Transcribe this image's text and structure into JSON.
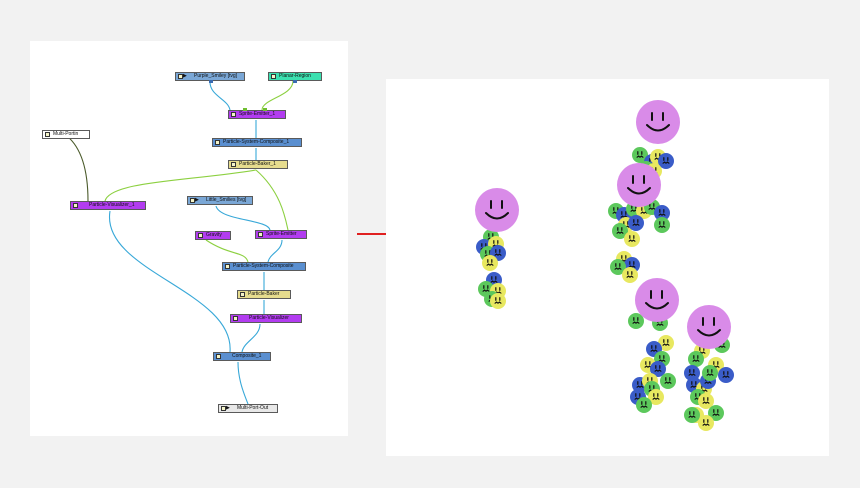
{
  "nodes": {
    "purple_smiley": "Purple_Smiley [tvg]",
    "planar_region": "Planar-Region",
    "multi_portin": "Multi-Portin",
    "sprite_emitter_1": "Sprite-Emitter_1",
    "particle_system_composite_1": "Particle-System-Composite_1",
    "particle_baker_1": "Particle-Baker_1",
    "particle_visualizer_1": "Particle-Visualizer_1",
    "little_smilies": "Little_Smilies [tvg]",
    "gravity": "Gravity",
    "sprite_emitter": "Sprite-Emitter",
    "particle_system_composite": "Particle-System-Composite",
    "particle_baker": "Particle-Baker",
    "particle_visualizer": "Particle-Visualizer",
    "composite_1": "Composite_1",
    "multi_port_out": "Multi-Port-Out"
  },
  "colors": {
    "arrow": "#e02020",
    "cable_blue": "#38a8d8",
    "cable_green": "#8cd040",
    "cable_dark": "#4a5a2a",
    "big_smiley": "#d98be8",
    "smiley_green": "#5cc85c",
    "smiley_yellow": "#e8e860",
    "smiley_blue": "#3a5cc8"
  },
  "icons": [
    "port-icon",
    "expand-triangle-icon",
    "red-arrow-icon",
    "smiley-icon"
  ]
}
